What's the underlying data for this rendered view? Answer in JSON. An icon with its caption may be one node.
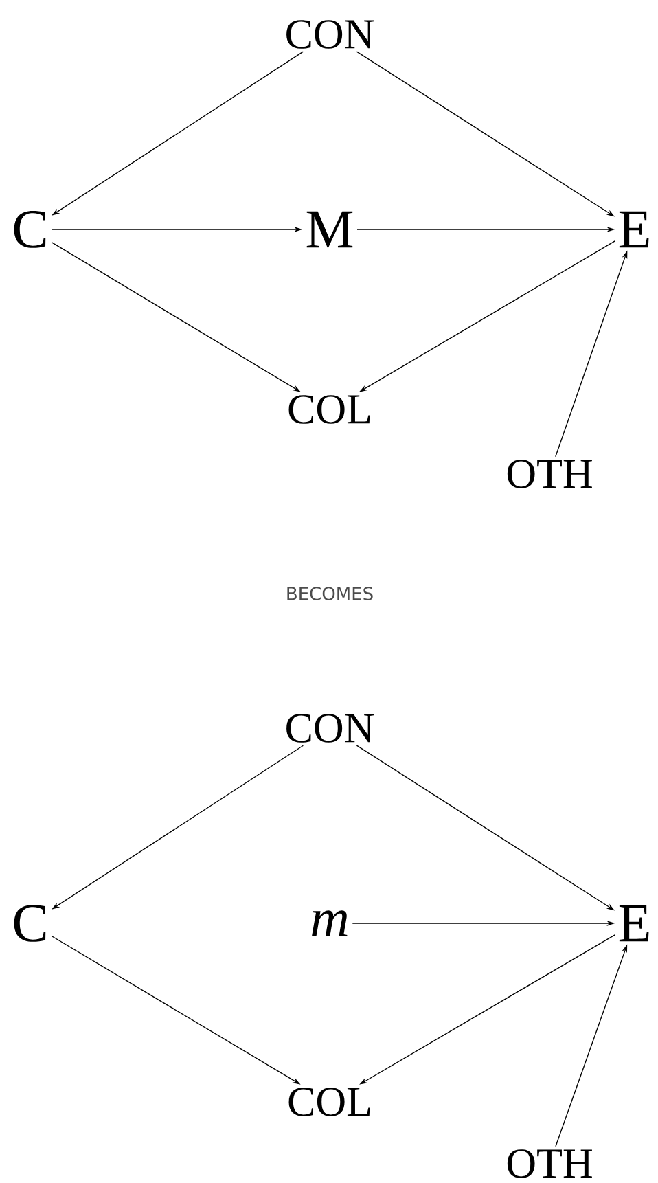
{
  "diagram": {
    "nodes": [
      {
        "text": [
          "CON"
        ]
      },
      {
        "text": [
          "C"
        ]
      },
      {
        "text": [
          "M"
        ]
      },
      {
        "text": [
          "E"
        ]
      },
      {
        "text": [
          "COL"
        ]
      },
      {
        "text": [
          "OTH"
        ]
      },
      {
        "text": [
          "CON"
        ]
      },
      {
        "text": [
          "C"
        ]
      },
      {
        "text": [
          "m"
        ]
      },
      {
        "text": [
          "E"
        ]
      },
      {
        "text": [
          "COL"
        ]
      },
      {
        "text": [
          "OTH"
        ]
      }
    ],
    "edges": [
      {
        "from": 0,
        "to": 1,
        "arrow": "to"
      },
      {
        "from": 0,
        "to": 3,
        "arrow": "to"
      },
      {
        "from": 1,
        "to": 2,
        "arrow": "to"
      },
      {
        "from": 2,
        "to": 3,
        "arrow": "to"
      },
      {
        "from": 1,
        "to": 4,
        "arrow": "to"
      },
      {
        "from": 3,
        "to": 4,
        "arrow": "to"
      },
      {
        "from": 5,
        "to": 3,
        "arrow": "to"
      },
      {
        "from": 6,
        "to": 7,
        "arrow": "to"
      },
      {
        "from": 6,
        "to": 9,
        "arrow": "to"
      },
      {
        "from": 8,
        "to": 9,
        "arrow": "to"
      },
      {
        "from": 7,
        "to": 10,
        "arrow": "to"
      },
      {
        "from": 9,
        "to": 10,
        "arrow": "to"
      },
      {
        "from": 11,
        "to": 9,
        "arrow": "to"
      }
    ],
    "labels": [
      "BECOMES"
    ]
  }
}
